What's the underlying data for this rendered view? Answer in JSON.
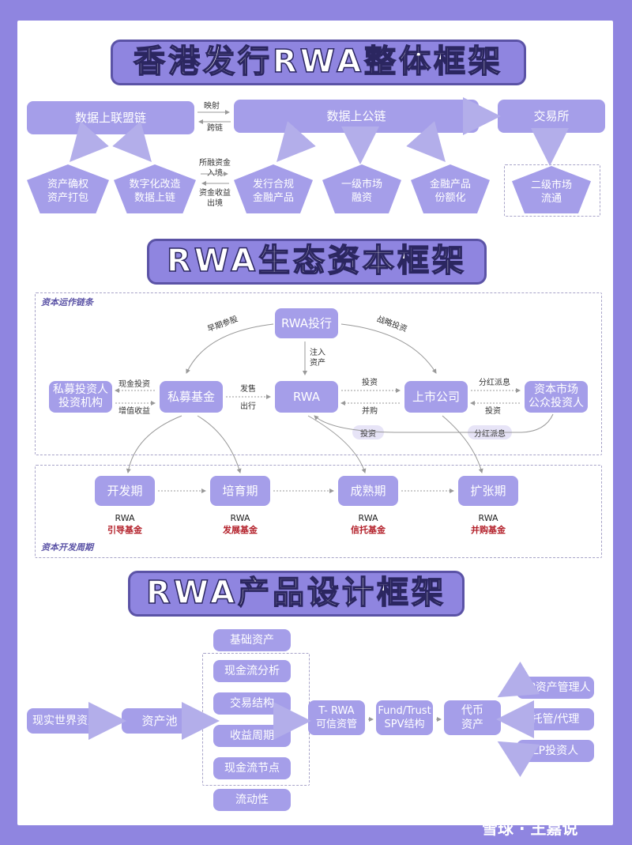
{
  "titles": {
    "t1": "香港发行RWA整体框架",
    "t2": "RWA生态资本框架",
    "t3": "RWA产品设计框架"
  },
  "sec1": {
    "alliance_chain": "数据上联盟链",
    "public_chain": "数据上公链",
    "exchange": "交易所",
    "map_label": "映射",
    "cross_label": "跨链",
    "in_label1": "所融资金",
    "in_label2": "入境",
    "out_label1": "资金收益",
    "out_label2": "出境",
    "p1": "资产确权\n资产打包",
    "p2": "数字化改造\n数据上链",
    "p3": "发行合规\n金融产品",
    "p4": "一级市场\n融资",
    "p5": "金融产品\n份额化",
    "p6": "二级市场\n流通"
  },
  "sec2": {
    "chain_tag": "资本运作链条",
    "cycle_tag": "资本开发周期",
    "rwa_invest": "RWA投行",
    "early": "早期参股",
    "strategic": "战略投资",
    "inject1": "注入",
    "inject2": "资产",
    "private_inv": "私募投资人\n投资机构",
    "private_fund": "私募基金",
    "rwa": "RWA",
    "listed": "上市公司",
    "public_inv": "资本市场\n公众投资人",
    "cash_inv": "现金投资",
    "value_gain": "增值收益",
    "issue": "发售",
    "out": "出行",
    "invest": "投资",
    "merge": "并购",
    "dividend": "分红派息",
    "invest2": "投资",
    "pill_invest": "投资",
    "pill_dividend": "分红派息",
    "stages": [
      {
        "name": "开发期",
        "rwa": "RWA",
        "fund": "引导基金"
      },
      {
        "name": "培育期",
        "rwa": "RWA",
        "fund": "发展基金"
      },
      {
        "name": "成熟期",
        "rwa": "RWA",
        "fund": "信托基金"
      },
      {
        "name": "扩张期",
        "rwa": "RWA",
        "fund": "并购基金"
      }
    ]
  },
  "sec3": {
    "real_assets": "现实世界资产",
    "pool": "资产池",
    "items": [
      "基础资产",
      "现金流分析",
      "交易结构",
      "收益周期",
      "现金流节点",
      "流动性"
    ],
    "trwa": "T- RWA\n可信资管",
    "spv": "Fund/Trust\nSPV结构",
    "token": "代币\n资产",
    "gp": "GP资产管理人",
    "custody": "托管/代理",
    "lp": "LP投资人"
  },
  "watermark": "雪球 · 王嘉说",
  "colors": {
    "bg": "#8f85e0",
    "box": "#a59ee9",
    "fund_red": "#b3202a"
  }
}
